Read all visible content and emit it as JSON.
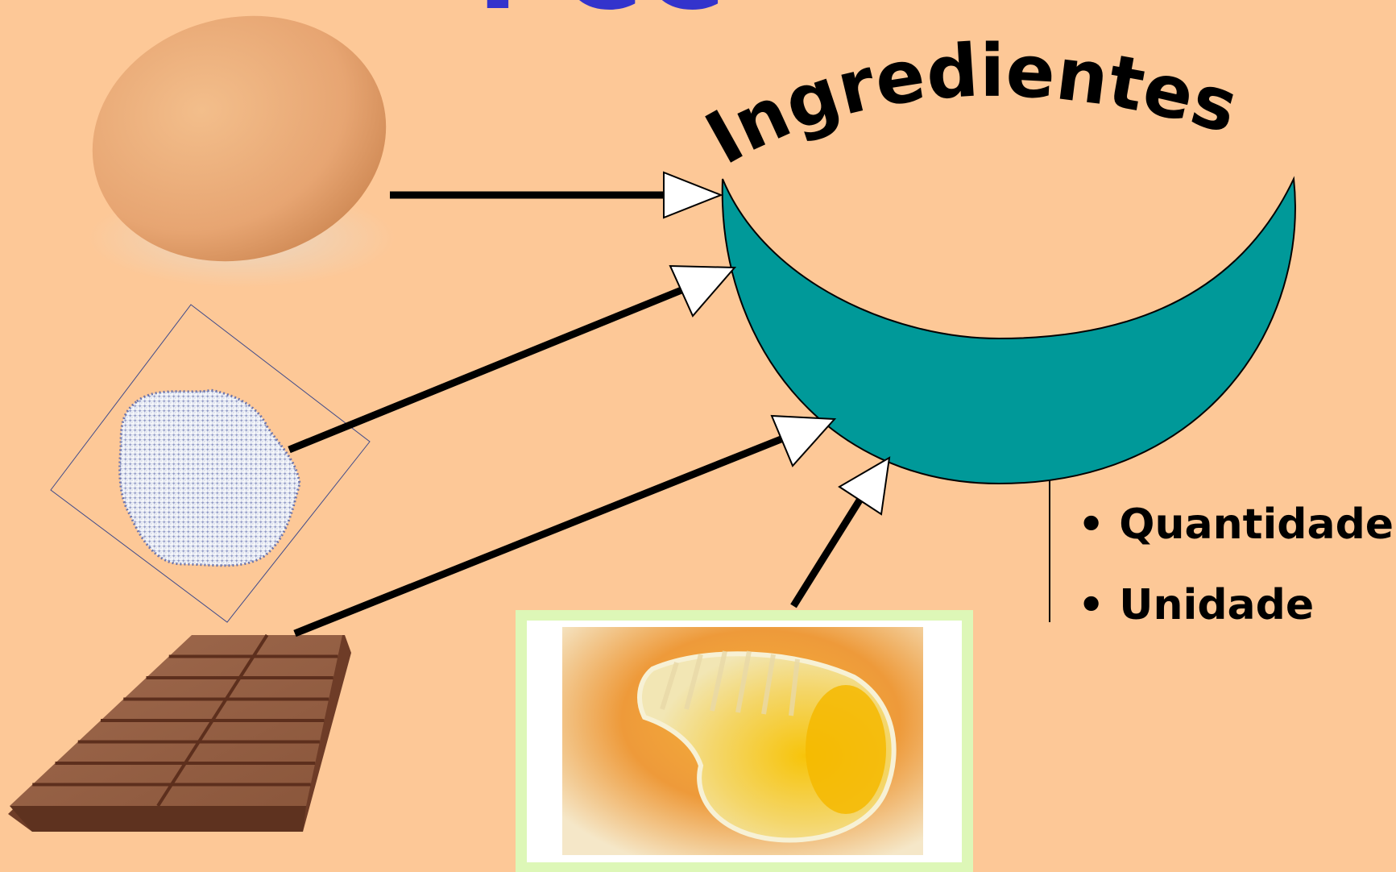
{
  "slide": {
    "title_fragment": "PCC",
    "arc_title": "Ingredientes",
    "attributes": [
      "Quantidade",
      "Unidade"
    ]
  },
  "ingredients": [
    {
      "name": "egg-image",
      "kind": "egg"
    },
    {
      "name": "sugar-image",
      "kind": "sugar"
    },
    {
      "name": "chocolate-bar-image",
      "kind": "chocolate"
    },
    {
      "name": "butter-image",
      "kind": "butter"
    }
  ],
  "colors": {
    "background": "#FDC897",
    "title": "#3333CC",
    "container_fill": "#009999",
    "arrow_line": "#000000",
    "arrow_head": "#FFFFFF"
  }
}
